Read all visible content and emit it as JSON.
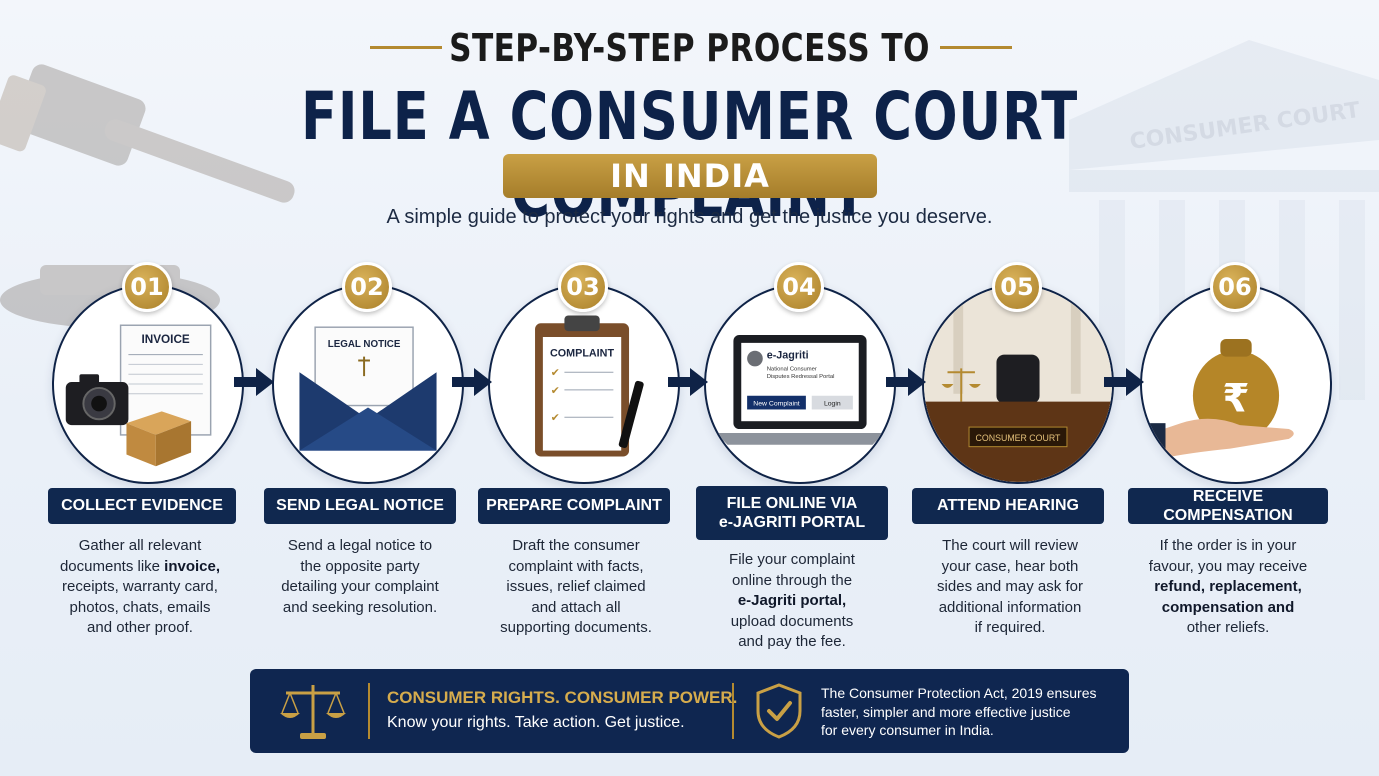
{
  "header": {
    "title_top": "STEP-BY-STEP PROCESS TO",
    "title_main": "FILE A CONSUMER COURT COMPLAINT",
    "title_pill": "IN INDIA",
    "subtitle": "A simple guide to protect your rights and get the justice you deserve."
  },
  "background": {
    "building_sign": "CONSUMER COURT"
  },
  "steps": [
    {
      "number": "01",
      "label": "COLLECT EVIDENCE",
      "illustration_text": "INVOICE",
      "desc": [
        {
          "text": "Gather all relevant"
        },
        {
          "text": "documents like ",
          "bold": "invoice,"
        },
        {
          "text": "receipts, warranty card,"
        },
        {
          "text": "photos, chats, emails"
        },
        {
          "text": "and other proof."
        }
      ]
    },
    {
      "number": "02",
      "label": "SEND LEGAL NOTICE",
      "illustration_text": "LEGAL NOTICE",
      "desc": [
        {
          "text": "Send a legal notice to"
        },
        {
          "text": "the opposite party"
        },
        {
          "text": "detailing your complaint"
        },
        {
          "text": "and seeking resolution."
        }
      ]
    },
    {
      "number": "03",
      "label": "PREPARE COMPLAINT",
      "illustration_text": "COMPLAINT",
      "desc": [
        {
          "text": "Draft the consumer"
        },
        {
          "text": "complaint with facts,"
        },
        {
          "text": "issues, relief claimed"
        },
        {
          "text": "and attach all"
        },
        {
          "text": "supporting documents."
        }
      ]
    },
    {
      "number": "04",
      "label_line1": "FILE ONLINE VIA",
      "label_line2": "e-JAGRITI PORTAL",
      "illustration": {
        "portal_name": "e-Jagriti",
        "portal_line1": "National Consumer",
        "portal_line2": "Disputes Redressal Portal",
        "button_new": "New Complaint",
        "button_login": "Login"
      },
      "desc": [
        {
          "text": "File your complaint"
        },
        {
          "text": "online through the"
        },
        {
          "text": "",
          "bold": "e-Jagriti portal,"
        },
        {
          "text": "upload documents"
        },
        {
          "text": "and pay the fee."
        }
      ]
    },
    {
      "number": "05",
      "label": "ATTEND HEARING",
      "illustration_text": "CONSUMER COURT",
      "desc": [
        {
          "text": "The court will review"
        },
        {
          "text": "your case, hear both"
        },
        {
          "text": "sides and may ask for"
        },
        {
          "text": "additional information"
        },
        {
          "text": "if required."
        }
      ]
    },
    {
      "number": "06",
      "label": "RECEIVE COMPENSATION",
      "illustration_text": "₹",
      "desc": [
        {
          "text": "If the order is in your"
        },
        {
          "text": "favour, you may receive"
        },
        {
          "text": "",
          "bold": "refund, replacement,"
        },
        {
          "text": "",
          "bold": "compensation and"
        },
        {
          "text": "other reliefs."
        }
      ]
    }
  ],
  "footer": {
    "heading": "CONSUMER RIGHTS. CONSUMER POWER.",
    "tagline": "Know your rights. Take action. Get justice.",
    "act_line1": "The Consumer Protection Act, 2019 ensures",
    "act_line2": "faster, simpler and more effective justice",
    "act_line3": "for every consumer in India."
  },
  "colors": {
    "navy": "#0f2347",
    "gold": "#b48a30",
    "background": "#eef3f9"
  },
  "icons": [
    "gavel-icon",
    "courthouse-icon",
    "camera-icon",
    "box-icon",
    "envelope-icon",
    "clipboard-icon",
    "pen-icon",
    "laptop-icon",
    "emblem-icon",
    "scales-icon",
    "chair-icon",
    "money-bag-icon",
    "hand-icon",
    "arrow-right-icon",
    "shield-check-icon"
  ]
}
